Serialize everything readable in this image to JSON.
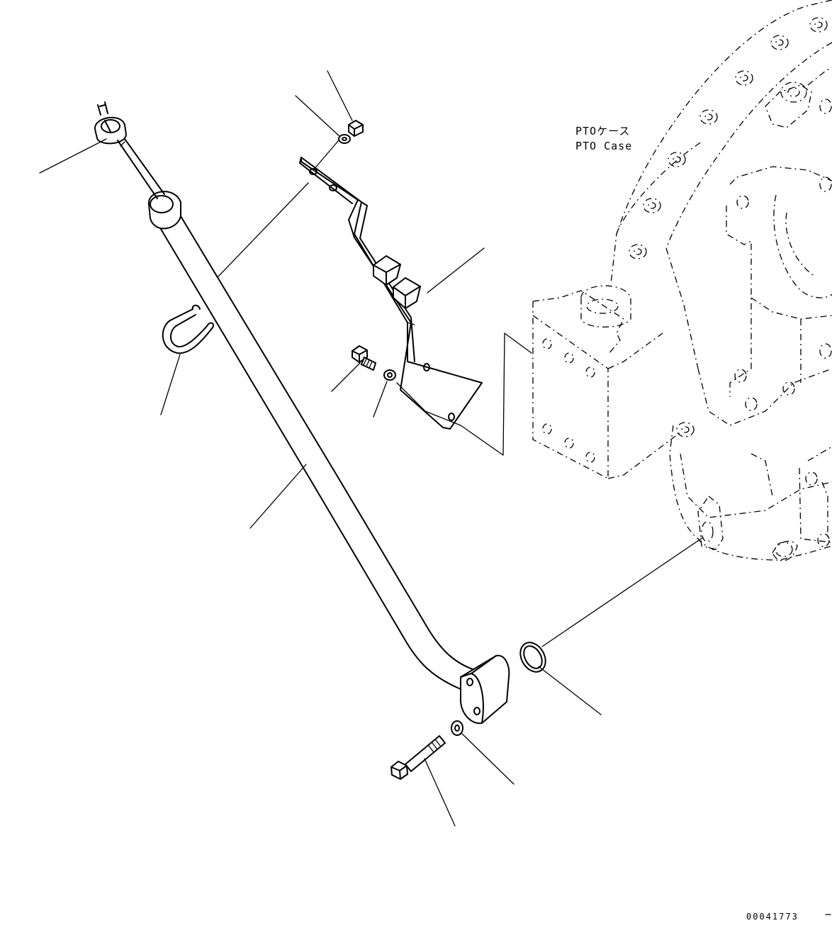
{
  "labels": {
    "case_jp": "PTOケース",
    "case_en": "PTO Case",
    "drawing_code": "00041773"
  },
  "parts": [
    {
      "icon": "dipstick-handle-icon"
    },
    {
      "icon": "bracket-plate-icon"
    },
    {
      "icon": "guide-tube-icon"
    },
    {
      "icon": "u-clip-icon"
    },
    {
      "icon": "bolt-icon"
    },
    {
      "icon": "washer-icon"
    },
    {
      "icon": "o-ring-icon"
    },
    {
      "icon": "flange-icon"
    },
    {
      "icon": "pto-case-icon"
    }
  ]
}
